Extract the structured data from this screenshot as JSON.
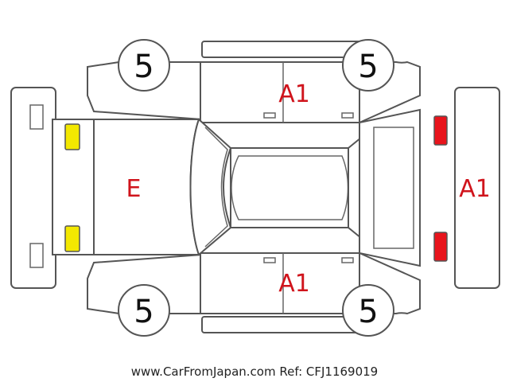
{
  "colors": {
    "damage_text": "#d0141c",
    "outline": "#555555",
    "headlight": "#f3e800",
    "taillight": "#e8141c"
  },
  "tires": {
    "front_left": "5",
    "front_right": "5",
    "rear_left": "5",
    "rear_right": "5"
  },
  "grades": {
    "front_hood": "E",
    "left_side_doors": "A1",
    "right_side_doors": "A1",
    "rear_bumper": "A1"
  },
  "footer": {
    "watermark": "www.CarFromJapan.com Ref: CFJ1169019"
  }
}
